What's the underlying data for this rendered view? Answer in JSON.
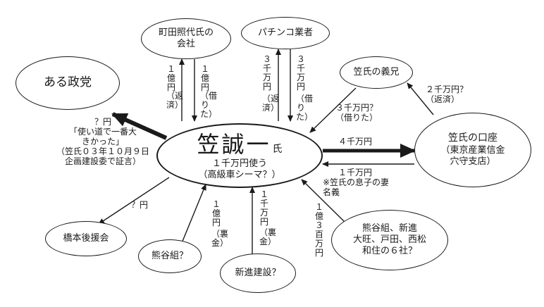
{
  "nodes": {
    "center": {
      "name": "笠誠一",
      "suffix": "氏",
      "line1": "１千万円使う",
      "line2": "（高級車シーマ？）"
    },
    "machida": {
      "line1": "町田照代氏の",
      "line2": "会社"
    },
    "pachinko": {
      "label": "パチンコ業者"
    },
    "party": {
      "label": "ある政党"
    },
    "brother_in_law": {
      "label": "笠氏の義兄"
    },
    "account": {
      "line1": "笠氏の口座",
      "line2": "（東京産業信金",
      "line3": "穴守支店）"
    },
    "hashimoto": {
      "label": "橋本後援会"
    },
    "kumagai": {
      "label": "熊谷組？"
    },
    "shinshin": {
      "label": "新進建設？"
    },
    "six_companies": {
      "line1": "熊谷組、新進",
      "line2": "大旺、戸田、西松",
      "line3": "和住の６社？"
    }
  },
  "edges": {
    "machida_repay": {
      "amount": "１億円",
      "note": "（返済）"
    },
    "machida_borrow": {
      "amount": "１億円",
      "note": "（借りた）"
    },
    "pachinko_repay": {
      "amount": "３千万円",
      "note": "（返済）"
    },
    "pachinko_borrow": {
      "amount": "３千万円",
      "note": "（借りた）"
    },
    "party": {
      "line1": "？円",
      "line2": "「使い道で一番大",
      "line3": "きかった」",
      "line4": "（笠氏０３年１０月９日",
      "line5": "企画建設委で証言）"
    },
    "brother_borrow": {
      "line1": "３千万円？",
      "line2": "（借りた）"
    },
    "brother_repay": {
      "line1": "２千万円？",
      "line2": "（返済）"
    },
    "to_account": {
      "amount": "４千万円"
    },
    "from_account": {
      "line1": "１千万円",
      "line2": "※笠氏の息子の妻",
      "line3": "名義"
    },
    "hashimoto": {
      "amount": "？円"
    },
    "kumagai": {
      "amount": "１億円",
      "note": "（裏金）"
    },
    "shinshin": {
      "amount": "１千万円",
      "note": "（裏金）"
    },
    "six_companies": {
      "amount": "１億３百万円"
    }
  }
}
